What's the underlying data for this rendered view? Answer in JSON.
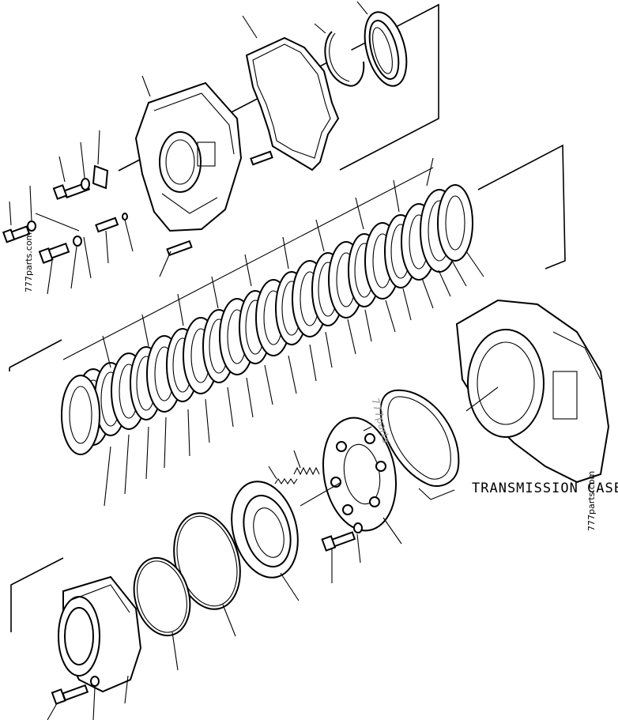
{
  "diagram": {
    "labels": {
      "transmission_case": "TRANSMISSION CASE"
    },
    "watermarks": {
      "left": "777parts.com",
      "center": "777parts",
      "right": "777parts.com"
    }
  }
}
